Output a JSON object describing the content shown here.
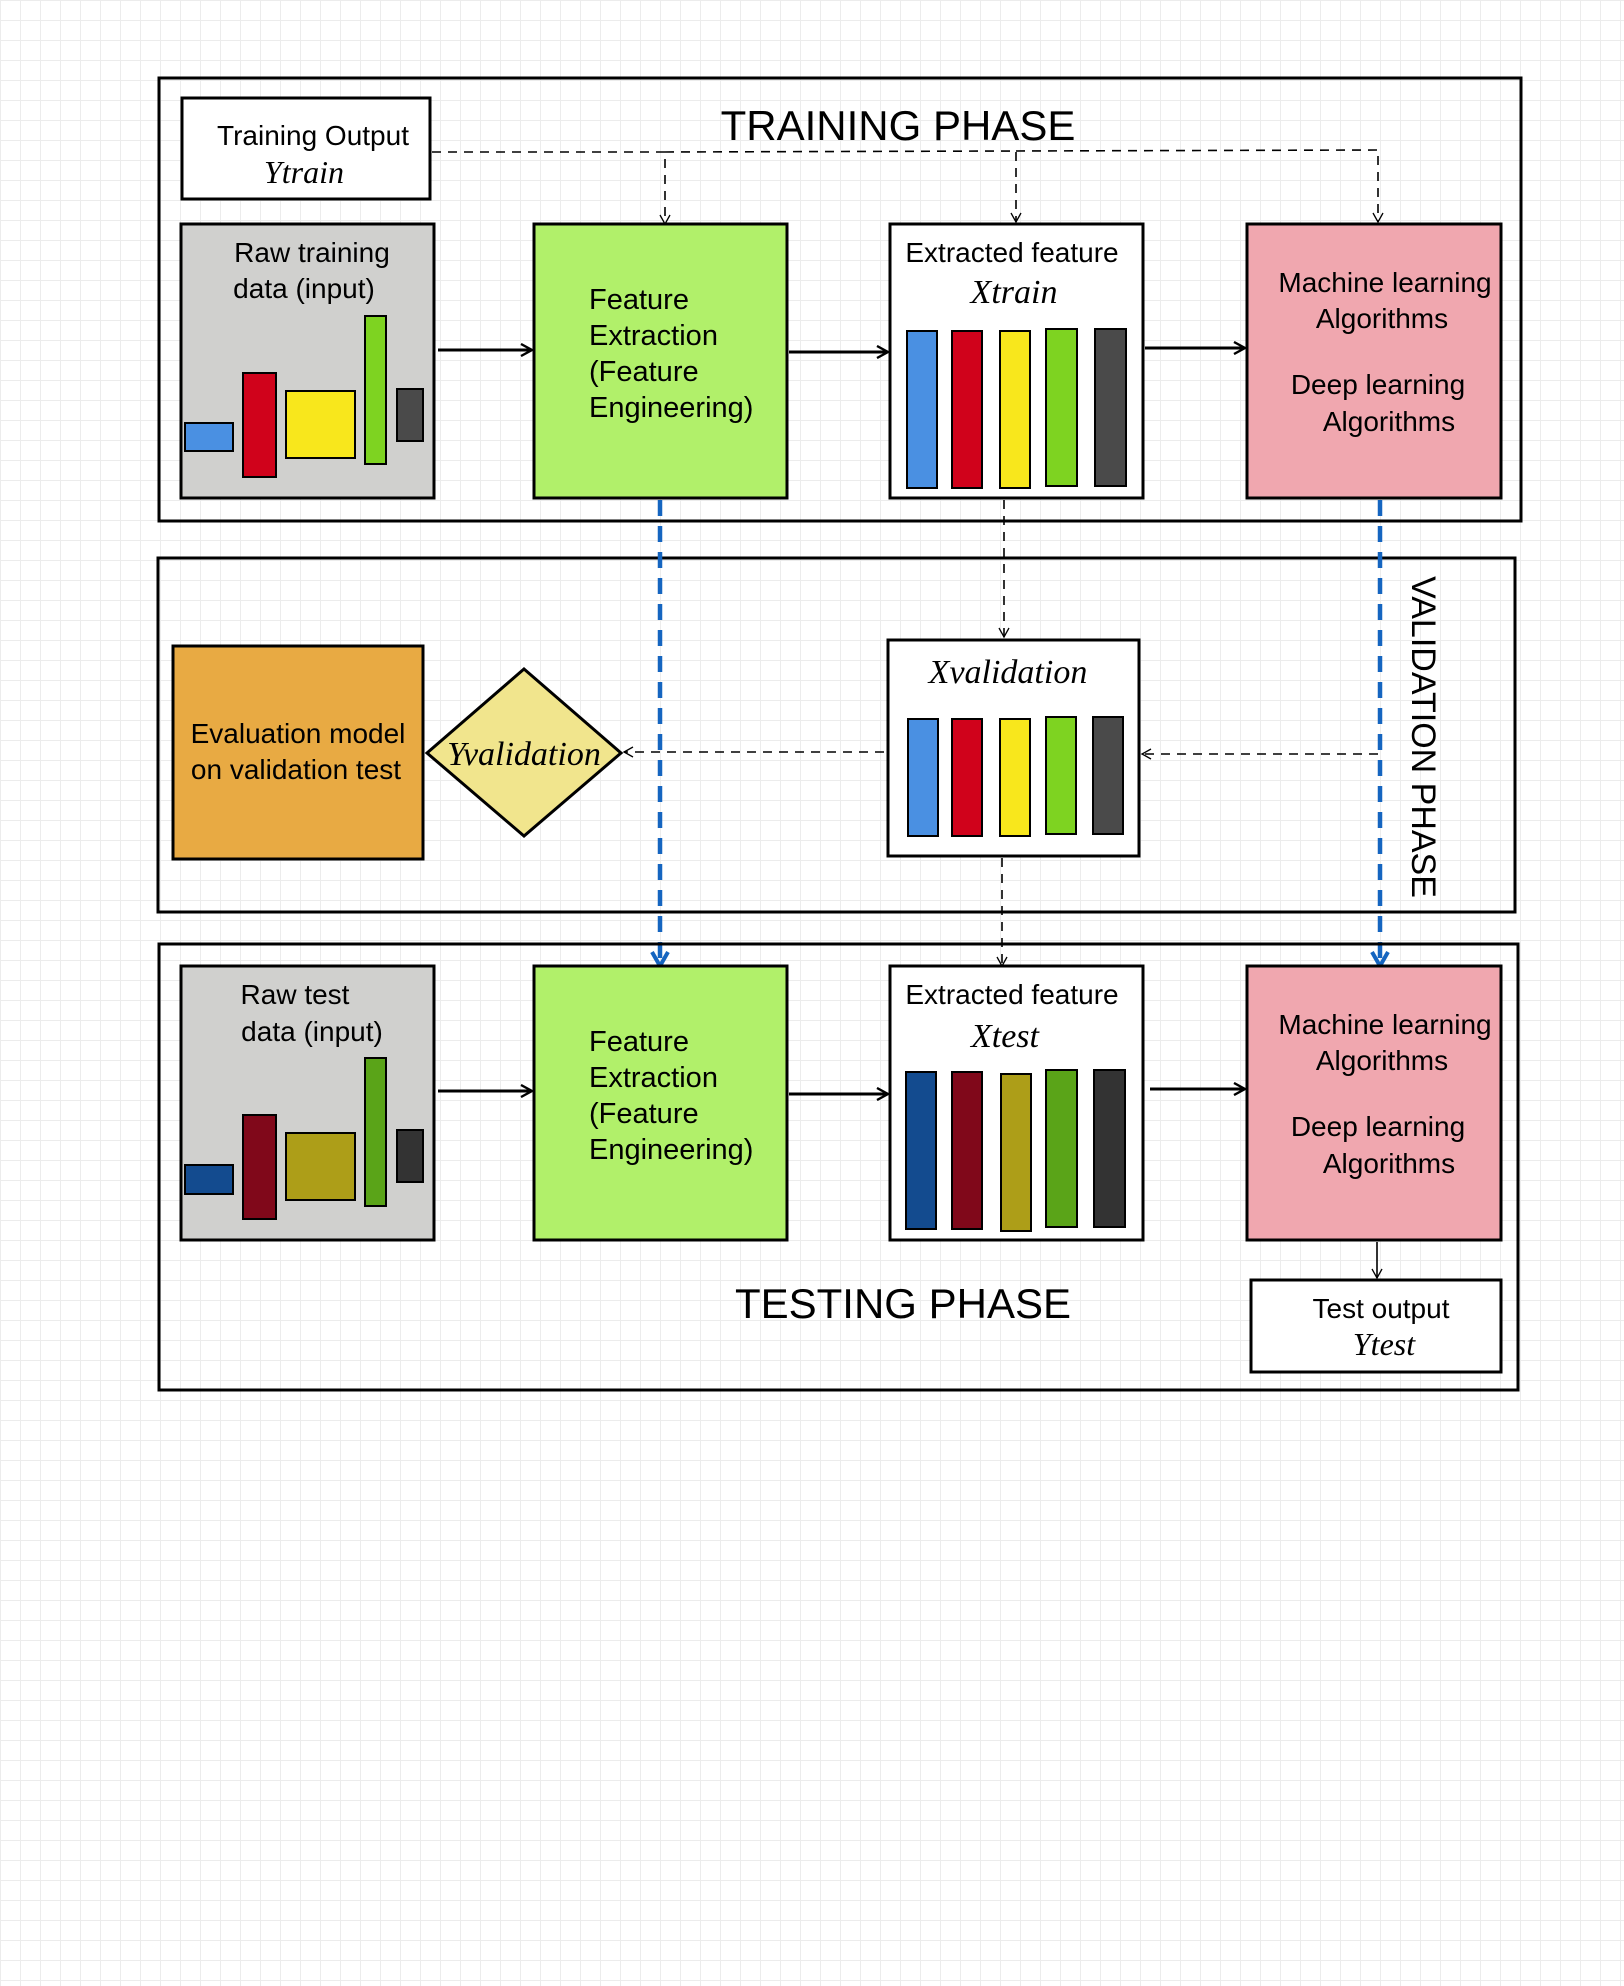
{
  "phases": {
    "training": "TRAINING PHASE",
    "validation": "VALIDATION PHASE",
    "testing": "TESTING PHASE"
  },
  "training": {
    "output_label": "Training Output",
    "output_var": "Ytrain",
    "raw_line1": "Raw training",
    "raw_line2": "data (input)",
    "fe_line1": "Feature",
    "fe_line2": "Extraction",
    "fe_line3": "(Feature",
    "fe_line4": "Engineering)",
    "ef_label": "Extracted feature",
    "ef_var": "Xtrain",
    "ml_line1": "Machine learning",
    "ml_line2": "Algorithms",
    "dl_line1": "Deep learning",
    "dl_line2": "Algorithms"
  },
  "validation": {
    "x_var": "Xvalidation",
    "y_var": "Yvalidation",
    "eval_line1": "Evaluation model",
    "eval_line2": "on validation test"
  },
  "testing": {
    "raw_line1": "Raw test",
    "raw_line2": "data (input)",
    "fe_line1": "Feature",
    "fe_line2": "Extraction",
    "fe_line3": "(Feature",
    "fe_line4": "Engineering)",
    "ef_label": "Extracted feature",
    "ef_var": "Xtest",
    "ml_line1": "Machine learning",
    "ml_line2": "Algorithms",
    "dl_line1": "Deep learning",
    "dl_line2": "Algorithms",
    "output_label": "Test output",
    "output_var": "Ytest"
  },
  "colors": {
    "raw_bg": "#d0d0ce",
    "fe_bg": "#b1f06a",
    "ml_bg": "#f0a7af",
    "eval_bg": "#e8aa43",
    "diamond_bg": "#f1e58d",
    "blue_arrow": "#1565c0",
    "train_bars": [
      "#4a90e2",
      "#d0021b",
      "#f8e71c",
      "#7ed321",
      "#4a4a4a"
    ],
    "test_bars": [
      "#134b8f",
      "#80081a",
      "#ad9e18",
      "#5aa418",
      "#333333"
    ]
  }
}
